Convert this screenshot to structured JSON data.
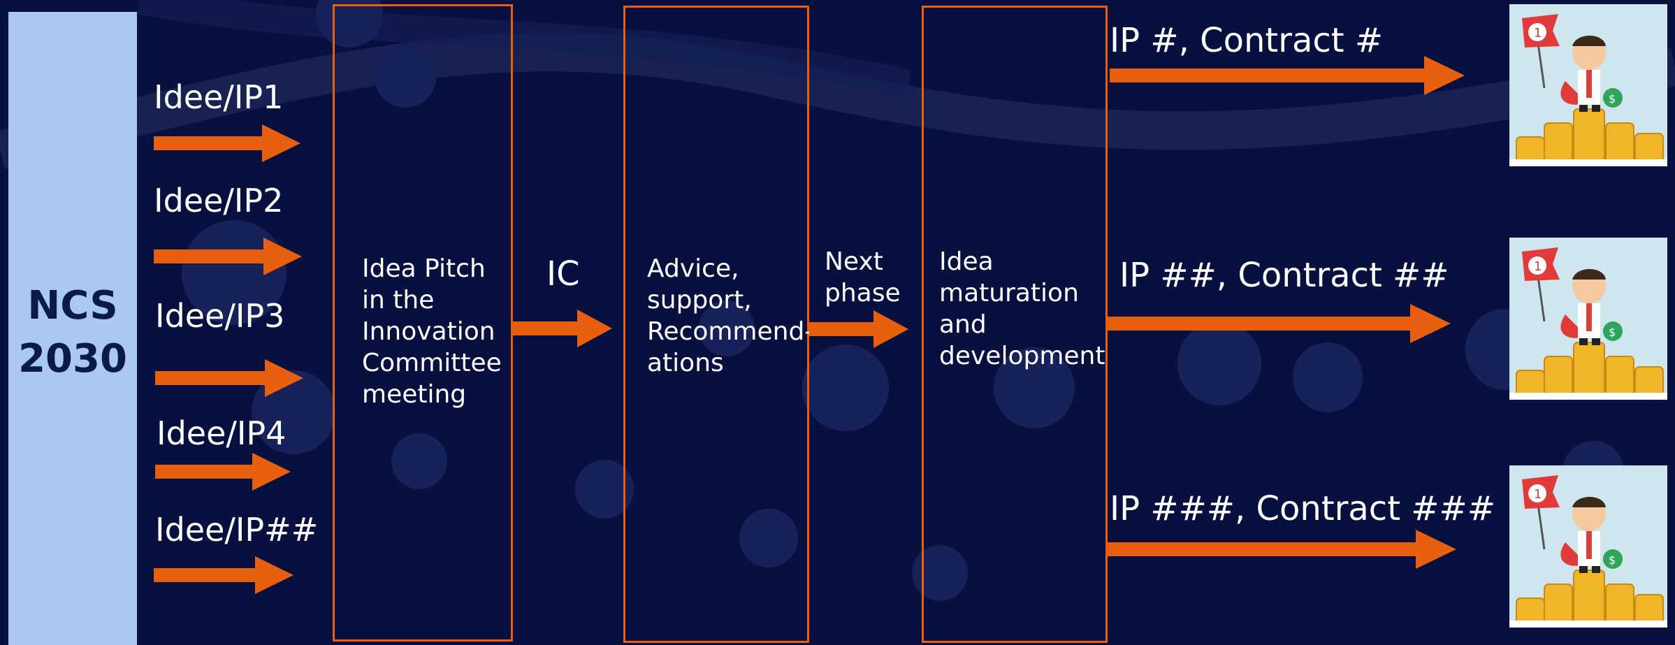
{
  "left_panel": {
    "line1": "NCS",
    "line2": "2030"
  },
  "ideas": [
    {
      "label": "Idee/IP1"
    },
    {
      "label": "Idee/IP2"
    },
    {
      "label": "Idee/IP3"
    },
    {
      "label": "Idee/IP4"
    },
    {
      "label": "Idee/IP##"
    }
  ],
  "stages": {
    "pitch": {
      "lines": [
        "Idea Pitch",
        "in the",
        "Innovation",
        "Committee",
        "meeting"
      ]
    },
    "ic_label": "IC",
    "advice": {
      "lines": [
        "Advice,",
        "support,",
        "Recommend-",
        "ations"
      ]
    },
    "next_phase": {
      "lines": [
        "Next",
        "phase"
      ]
    },
    "maturation": {
      "lines": [
        "Idea",
        "maturation",
        "and",
        "development"
      ]
    }
  },
  "outputs": [
    {
      "label": "IP #, Contract #"
    },
    {
      "label": "IP ##, Contract ##"
    },
    {
      "label": "IP ###, Contract ###"
    }
  ],
  "colors": {
    "background": "#07103f",
    "accent": "#e8600f",
    "panel": "#aac8f0",
    "text": "#ffffff"
  },
  "icons": [
    "right-arrow-icon",
    "prize-winner-icon"
  ]
}
